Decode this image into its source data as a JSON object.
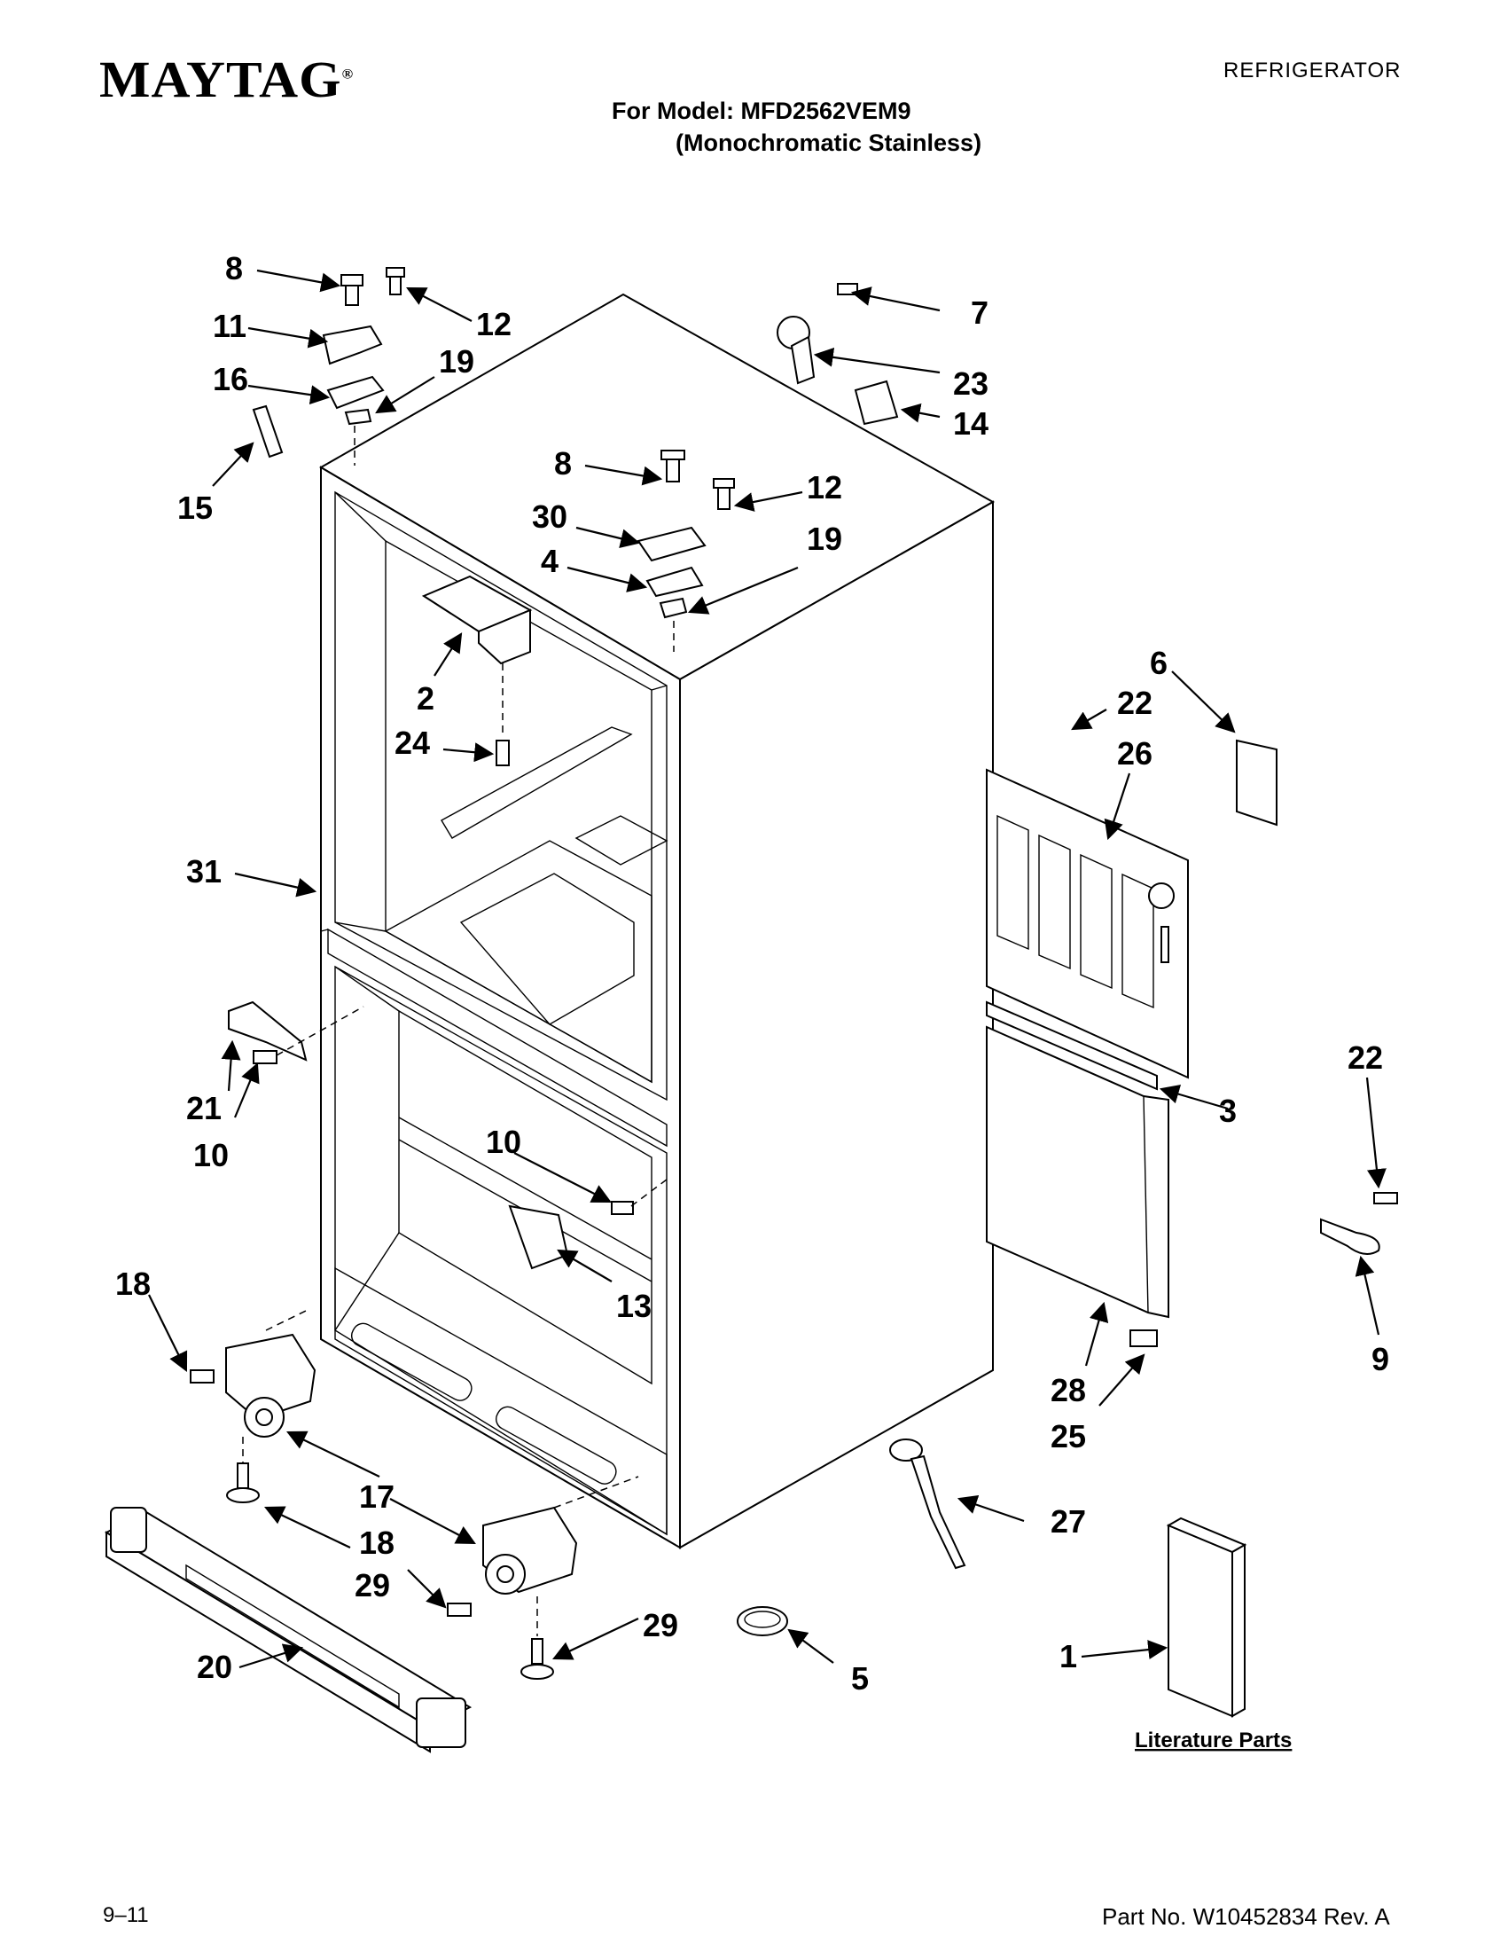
{
  "header": {
    "brand": "MAYTAG",
    "trademark": "®",
    "category": "REFRIGERATOR",
    "model_line": "For Model: MFD2562VEM9",
    "variant_line": "(Monochromatic Stainless)"
  },
  "callouts": {
    "c8a": "8",
    "c11": "11",
    "c12a": "12",
    "c16": "16",
    "c19a": "19",
    "c15": "15",
    "c7": "7",
    "c23": "23",
    "c14": "14",
    "c8b": "8",
    "c12b": "12",
    "c30": "30",
    "c4": "4",
    "c19b": "19",
    "c2": "2",
    "c24": "24",
    "c31": "31",
    "c6": "6",
    "c22a": "22",
    "c26": "26",
    "c21": "21",
    "c10a": "10",
    "c10b": "10",
    "c13": "13",
    "c3": "3",
    "c22b": "22",
    "c9": "9",
    "c28": "28",
    "c25": "25",
    "c18a": "18",
    "c17": "17",
    "c18b": "18",
    "c29a": "29",
    "c29b": "29",
    "c20": "20",
    "c27": "27",
    "c5": "5",
    "c1": "1"
  },
  "literature_label": "Literature Parts",
  "footer": {
    "date": "9–11",
    "part_number": "Part No. W10452834 Rev. A"
  }
}
